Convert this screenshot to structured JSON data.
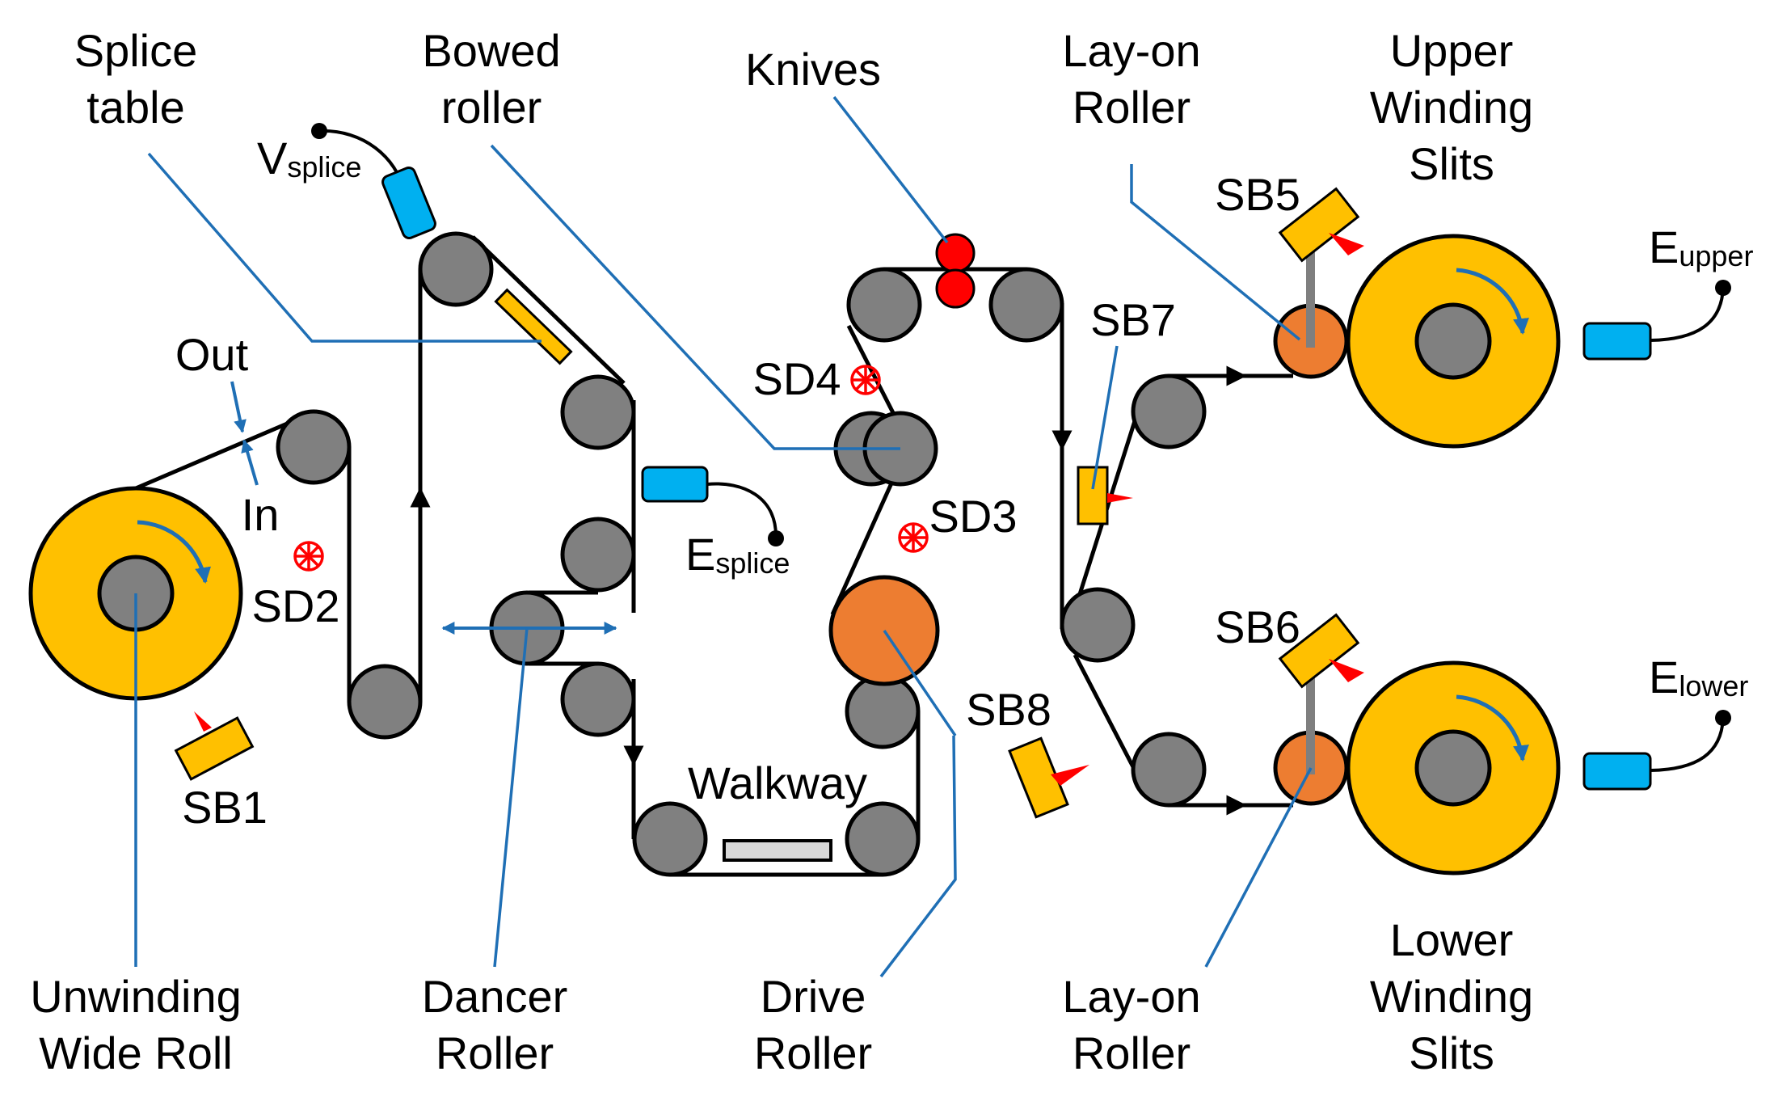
{
  "labels": {
    "splice_table": [
      "Splice",
      "table"
    ],
    "bowed_roller": [
      "Bowed",
      "roller"
    ],
    "knives": "Knives",
    "layon_upper": [
      "Lay-on",
      "Roller"
    ],
    "upper_winding": [
      "Upper",
      "Winding",
      "Slits"
    ],
    "layon_lower": [
      "Lay-on",
      "Roller"
    ],
    "lower_winding": [
      "Lower",
      "Winding",
      "Slits"
    ],
    "unwinding": [
      "Unwinding",
      "Wide Roll"
    ],
    "dancer": [
      "Dancer",
      "Roller"
    ],
    "drive": [
      "Drive",
      "Roller"
    ],
    "walkway": "Walkway",
    "out": "Out",
    "in": "In"
  },
  "sensors": {
    "sb1": "SB1",
    "sb5": "SB5",
    "sb6": "SB6",
    "sb7": "SB7",
    "sb8": "SB8",
    "sd2": "SD2",
    "sd3": "SD3",
    "sd4": "SD4"
  },
  "encoders": {
    "v_splice": {
      "main": "V",
      "sub": "splice"
    },
    "e_splice": {
      "main": "E",
      "sub": "splice"
    },
    "e_upper": {
      "main": "E",
      "sub": "upper"
    },
    "e_lower": {
      "main": "E",
      "sub": "lower"
    }
  },
  "colors": {
    "reel": "#ffc000",
    "roller": "#808080",
    "drive": "#ed7d31",
    "encoder": "#00b0f0",
    "leader": "#1f6fb5",
    "alert": "#ff0000"
  }
}
